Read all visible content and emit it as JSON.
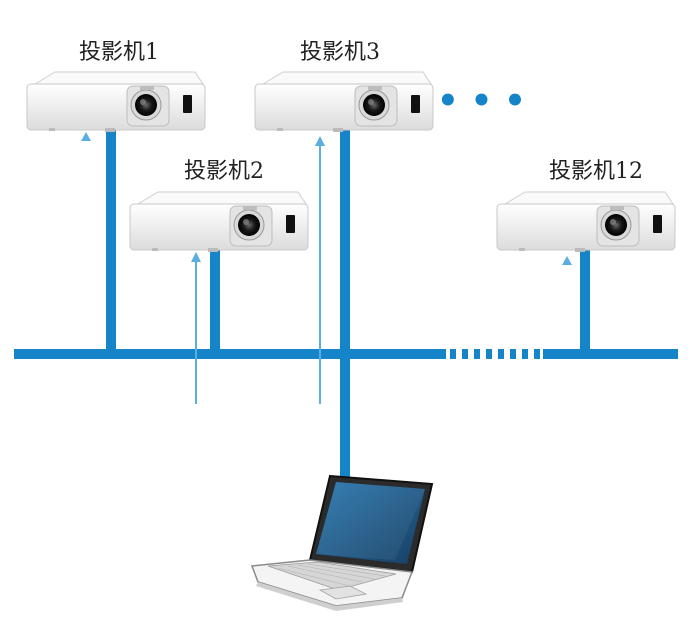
{
  "colors": {
    "network": "#1584c8",
    "signal": "#5aaee0",
    "projector_body": "#f2f2f2",
    "laptop_screen": "#1f5e8e",
    "text": "#222222"
  },
  "projectors": [
    {
      "id": "p1",
      "label": "投影机1"
    },
    {
      "id": "p2",
      "label": "投影机2"
    },
    {
      "id": "p3",
      "label": "投影机3"
    },
    {
      "id": "p12",
      "label": "投影机12"
    }
  ],
  "more_indicator": "• • •",
  "icons": {
    "projector": "projector-icon",
    "laptop": "laptop-icon",
    "signal_arrow": "arrow-up-icon"
  }
}
